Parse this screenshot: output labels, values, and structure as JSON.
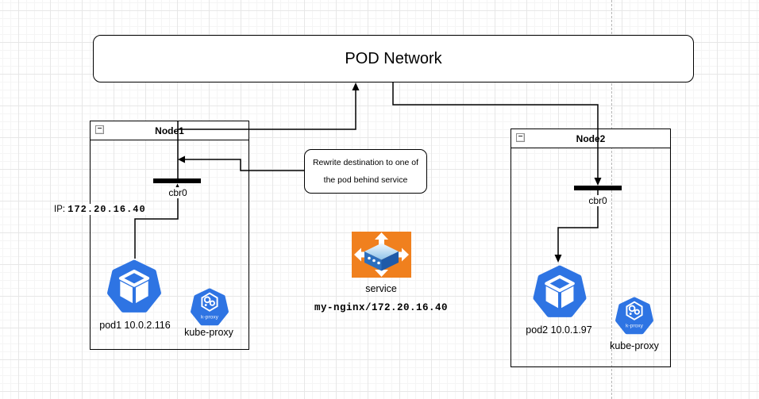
{
  "pod_network": {
    "label": "POD Network"
  },
  "nodes": [
    {
      "title": "Node1",
      "collapse_glyph": "−",
      "bridge_label": "cbr0",
      "ip_prefix": "IP:",
      "ip_value": "172.20.16.40",
      "pod_label": "pod1 10.0.2.116",
      "kube_proxy_label": "kube-proxy",
      "kube_proxy_icon_text": "k-proxy"
    },
    {
      "title": "Node2",
      "collapse_glyph": "−",
      "bridge_label": "cbr0",
      "pod_label": "pod2 10.0.1.97",
      "kube_proxy_label": "kube-proxy",
      "kube_proxy_icon_text": "k-proxy"
    }
  ],
  "annotation": {
    "line1": "Rewrite destination to one of",
    "line2": "the pod behind service"
  },
  "service": {
    "label": "service",
    "address": "my-nginx/172.20.16.40"
  },
  "colors": {
    "kubernetes_blue": "#2E74E3",
    "service_orange": "#F0801E",
    "server_blue_dark": "#1F5AA8",
    "server_blue_mid": "#2C6FBE",
    "edge_black": "#000000",
    "grid_major": "#e7e7e7",
    "grid_minor": "#f5f5f5",
    "divider_gray": "#b5b5b5"
  },
  "icons": {
    "collapse_icon": "minus-box",
    "pod_icon": "kubernetes-heptagon-cube",
    "kube_proxy_icon": "kubernetes-heptagon-gears",
    "service_icon": "orange-load-balancer-arrows",
    "bridge_bar": "thick-black-bar"
  }
}
